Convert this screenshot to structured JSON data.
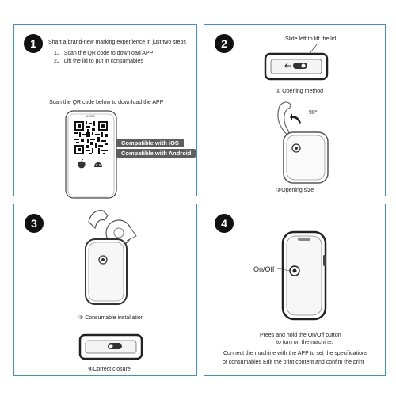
{
  "steps": [
    {
      "number": "1",
      "intro": "Shart a brand-new marking expenience in just two steps",
      "items": [
        "1、 Scan the QR code to download APP",
        "2、 Lift the lid to put in consumables"
      ],
      "qr_caption": "Scan the QR code below to download the APP",
      "phone_label": "MODE",
      "badges": [
        "Compatible with iOS",
        "Compatible with Android"
      ]
    },
    {
      "number": "2",
      "callout": "Slide left to lift the lid",
      "caption1": "① Opening method",
      "angle": "90°",
      "caption2": "②Opening size"
    },
    {
      "number": "3",
      "caption1": "③ Consumable installation",
      "caption2": "④Correct closure"
    },
    {
      "number": "4",
      "power_label": "On/Off",
      "instruction_lines": [
        "Prees and hold the On/Off button",
        "to turn on the machine."
      ],
      "connect_lines": [
        "Connect the machine with the APP to set the specifications",
        "of consumables Edit the print content and confim the print"
      ]
    }
  ]
}
